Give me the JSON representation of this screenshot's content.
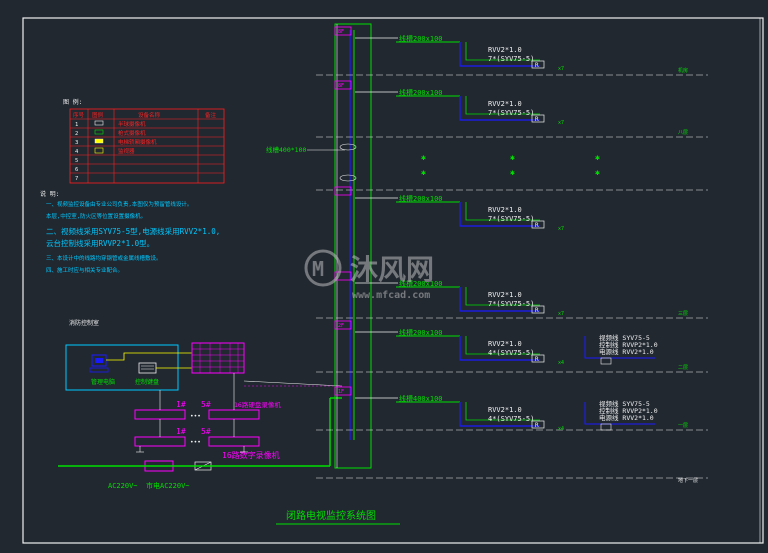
{
  "title": "闭路电视监控系统图",
  "legend": {
    "header": [
      "序号",
      "图例",
      "设备名称",
      "备注"
    ],
    "rows": [
      {
        "no": "1",
        "name": "半球摄像机"
      },
      {
        "no": "2",
        "name": "枪式摄像机"
      },
      {
        "no": "3",
        "name": "电梯轿厢摄像机"
      },
      {
        "no": "4",
        "name": "监视器"
      },
      {
        "no": "5",
        "name": ""
      },
      {
        "no": "6",
        "name": ""
      },
      {
        "no": "7",
        "name": ""
      }
    ]
  },
  "notes": {
    "heading": "说 明:",
    "lines": [
      "一、视频监控设备由专业公司负责,本图仅为预留管线设计。",
      "    本层,中控室,防火区等位置设置摄像机。",
      "二、视频线采用SYV75-5型,电源线采用RVV2*1.0,",
      "    云台控制线采用RVVP2*1.0型。",
      "三、本设计中的线路均穿钢管或金属线槽敷设。",
      "四、施工时应与相关专业配合。"
    ]
  },
  "control_room": {
    "label": "消防控制室",
    "pc_label": "管理电脑",
    "keyboard_label": "控制键盘",
    "matrix_labels": [
      "1#",
      "5#",
      "16路硬盘录像机"
    ],
    "matrix_labels2": [
      "1#",
      "5#",
      "16路数字录像机"
    ],
    "power_left": "AC220V~",
    "power_right": "市电AC220V~"
  },
  "riser": {
    "trunk_label": "线槽400*100",
    "floors": [
      {
        "tag": "8F",
        "tray": "线槽200x100",
        "cable1": "RVV2*1.0",
        "cable2": "7*(SYV75-5)",
        "box": "R",
        "count": "x7",
        "floor_label": "机房"
      },
      {
        "tag": "8F",
        "tray": "线槽200x100",
        "cable1": "RVV2*1.0",
        "cable2": "7*(SYV75-5)",
        "box": "R",
        "count": "x7",
        "floor_label": "八层"
      },
      {
        "tag": "",
        "tray": "线槽200x100",
        "cable1": "RVV2*1.0",
        "cable2": "7*(SYV75-5)",
        "box": "R",
        "count": "x7",
        "floor_label": ""
      },
      {
        "tag": "",
        "tray": "线槽200x100",
        "cable1": "RVV2*1.0",
        "cable2": "7*(SYV75-5)",
        "box": "R",
        "count": "x7",
        "floor_label": "三层"
      },
      {
        "tag": "2F",
        "tray": "线槽200x100",
        "cable1": "RVV2*1.0",
        "cable2": "4*(SYV75-5)",
        "box": "R",
        "count": "x4",
        "floor_label": "二层",
        "extra": [
          "视频线 SYV75-5",
          "控制线 RVVP2*1.0",
          "电源线 RVV2*1.0"
        ]
      },
      {
        "tag": "1F",
        "tray": "线槽400x100",
        "cable1": "RVV2*1.0",
        "cable2": "4*(SYV75-5)",
        "box": "R",
        "count": "x4",
        "floor_label": "一层",
        "extra": [
          "视频线 SYV75-5",
          "控制线 RVVP2*1.0",
          "电源线 RVV2*1.0"
        ]
      }
    ],
    "bottom_label": "地下一层"
  },
  "watermark": {
    "cn": "沐风网",
    "url": "www.mfcad.com"
  },
  "colors": {
    "background": "#212830",
    "green": "#00e000",
    "magenta": "#ff00ff",
    "blue": "#1a1aff",
    "red": "#ff2020",
    "yellow": "#ffff00",
    "cyan": "#00c8ff",
    "white": "#f0f0f0"
  }
}
